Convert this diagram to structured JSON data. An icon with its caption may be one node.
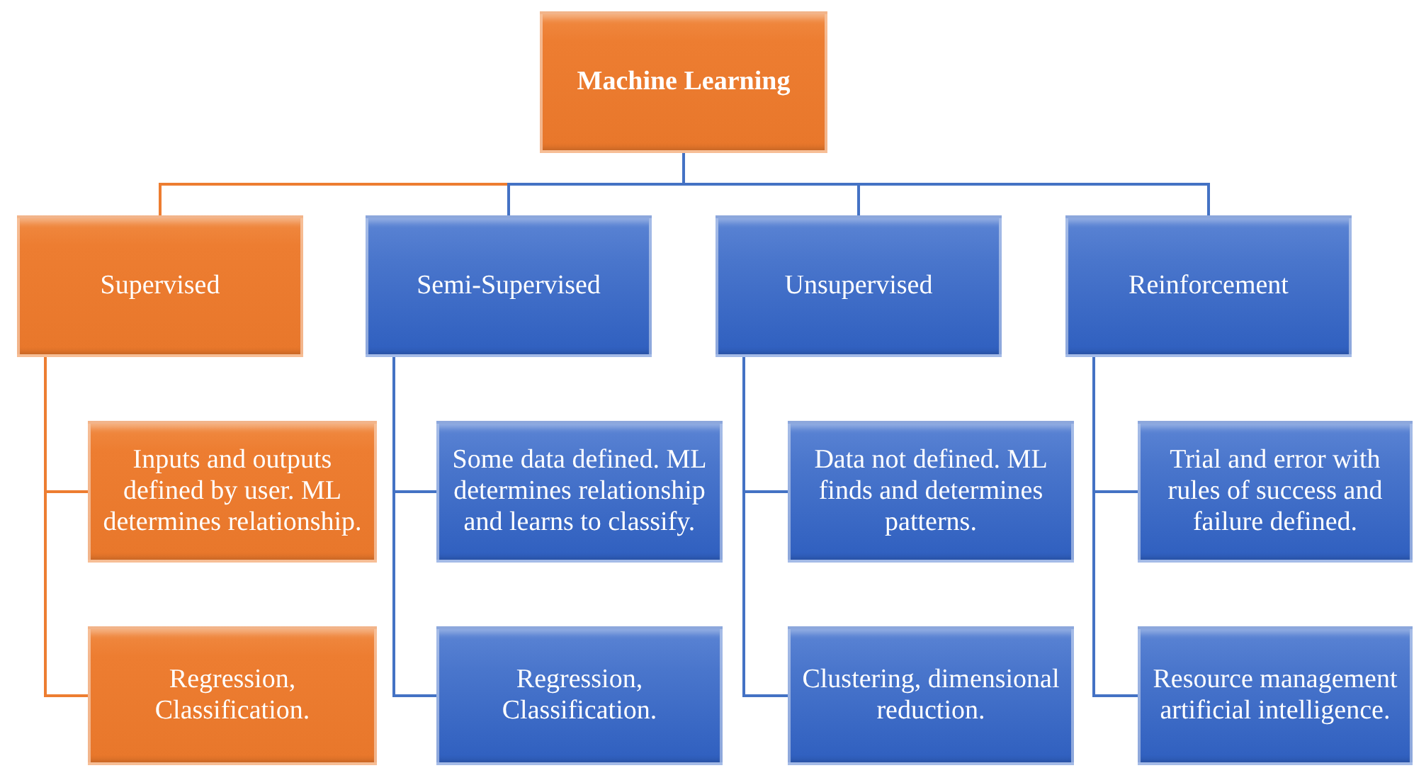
{
  "diagram": {
    "nodes": [
      {
        "text": [
          "Machine Learning"
        ]
      },
      {
        "text": [
          "Supervised"
        ]
      },
      {
        "text": [
          "Semi-Supervised"
        ]
      },
      {
        "text": [
          "Unsupervised"
        ]
      },
      {
        "text": [
          "Reinforcement"
        ]
      },
      {
        "text": [
          "Inputs and outputs defined by user. ML determines relationship."
        ]
      },
      {
        "text": [
          "Regression, Classification."
        ]
      },
      {
        "text": [
          "Some data defined. ML determines relationship and learns to classify."
        ]
      },
      {
        "text": [
          "Regression, Classification."
        ]
      },
      {
        "text": [
          "Data not defined. ML finds and determines patterns."
        ]
      },
      {
        "text": [
          "Clustering, dimensional reduction."
        ]
      },
      {
        "text": [
          "Trial and error with rules of success and failure defined."
        ]
      },
      {
        "text": [
          "Resource management artificial intelligence."
        ]
      }
    ],
    "edges": [
      {
        "from": 0,
        "to": 1,
        "arrow": "none",
        "color": "#ed7d31"
      },
      {
        "from": 0,
        "to": 2,
        "arrow": "none"
      },
      {
        "from": 0,
        "to": 3,
        "arrow": "none"
      },
      {
        "from": 0,
        "to": 4,
        "arrow": "none"
      },
      {
        "from": 1,
        "to": 5,
        "arrow": "none",
        "color": "#ed7d31"
      },
      {
        "from": 1,
        "to": 6,
        "arrow": "none",
        "color": "#ed7d31"
      },
      {
        "from": 2,
        "to": 7,
        "arrow": "none"
      },
      {
        "from": 2,
        "to": 8,
        "arrow": "none"
      },
      {
        "from": 3,
        "to": 9,
        "arrow": "none"
      },
      {
        "from": 3,
        "to": 10,
        "arrow": "none"
      },
      {
        "from": 4,
        "to": 11,
        "arrow": "none"
      },
      {
        "from": 4,
        "to": 12,
        "arrow": "none"
      }
    ]
  }
}
